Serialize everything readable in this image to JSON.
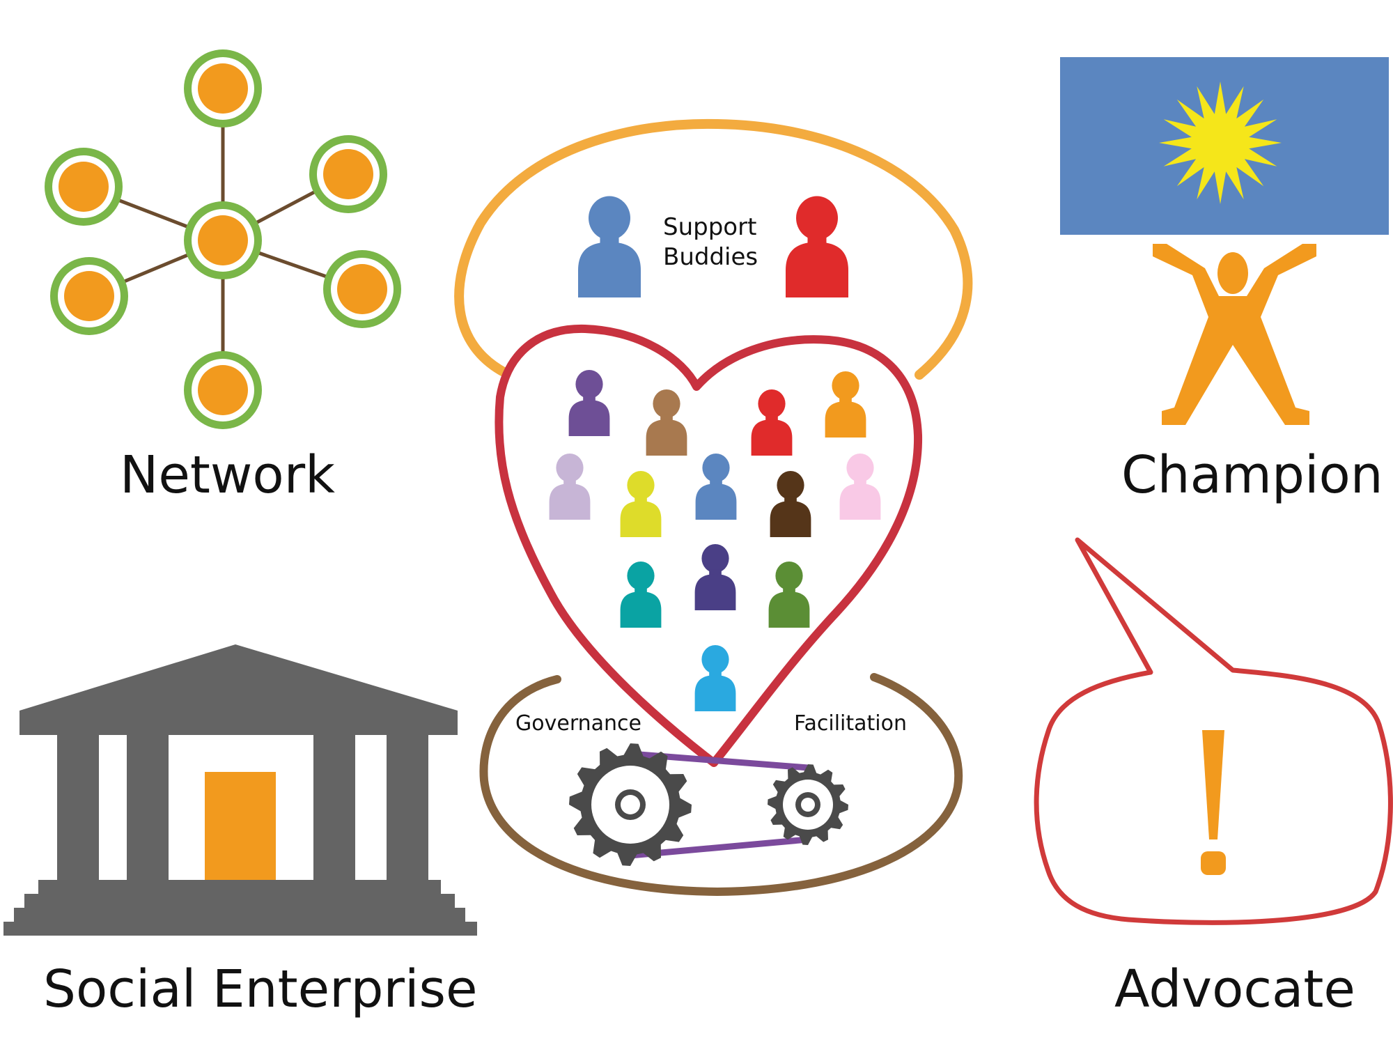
{
  "labels": {
    "network": "Network",
    "champion": "Champion",
    "social_enterprise": "Social Enterprise",
    "advocate": "Advocate",
    "support_line1": "Support",
    "support_line2": "Buddies",
    "governance": "Governance",
    "facilitation": "Facilitation"
  },
  "colors": {
    "network_node_fill": "#f29a1e",
    "network_node_ring": "#7ab648",
    "network_edge": "#6b4c2e",
    "champion_flag": "#5b86c0",
    "sun": "#f5e61a",
    "champion_figure": "#f29a1e",
    "building": "#646464",
    "building_door": "#f29a1e",
    "advocate_bubble": "#d03a3a",
    "exclamation": "#f29a1e",
    "support_arc": "#f3ab3f",
    "heart": "#c8323f",
    "bowl_arc": "#85623d",
    "gear": "#4a4a4a",
    "gear_belt": "#7b4a9c"
  },
  "people": {
    "support_buddies": [
      {
        "color": "#5b86c0"
      },
      {
        "color": "#e02b2b"
      }
    ],
    "heart_community": [
      {
        "color": "#6e4f96"
      },
      {
        "color": "#a8794f"
      },
      {
        "color": "#e02b2b"
      },
      {
        "color": "#f29a1e"
      },
      {
        "color": "#c7b5d6"
      },
      {
        "color": "#dedc2a"
      },
      {
        "color": "#5b86c0"
      },
      {
        "color": "#553519"
      },
      {
        "color": "#f9c9e6"
      },
      {
        "color": "#0aa3a3"
      },
      {
        "color": "#4a3f86"
      },
      {
        "color": "#5b8e35"
      },
      {
        "color": "#2aa9e0"
      }
    ]
  },
  "icons": {
    "network": "network-hub-icon",
    "champion": "champion-holding-sun-icon",
    "social_enterprise": "building-icon",
    "advocate": "speech-bubble-exclamation-icon",
    "gears": "gears-icon"
  }
}
